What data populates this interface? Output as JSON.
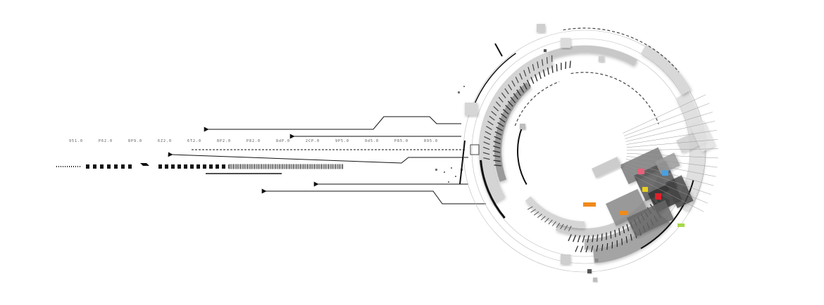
{
  "scale_labels": [
    "951.0",
    "P62.0",
    "8P9.0",
    "6Z2.0",
    "6T2.0",
    "8P2.0",
    "P82.0",
    "8dP.0",
    "2CP.0",
    "9P5.0",
    "9d5.0",
    "P85.0",
    "895.0"
  ],
  "colors": {
    "background": "#ffffff",
    "ink": "#111111",
    "mid_gray": "#8a8a8a",
    "light_gray": "#c9c9c9",
    "accent_orange": "#f08a1c",
    "accent_red": "#e0202a",
    "accent_pink": "#e8607a",
    "accent_yellow": "#e8d020",
    "accent_blue": "#4aa0e0",
    "accent_green": "#a8d84a"
  }
}
